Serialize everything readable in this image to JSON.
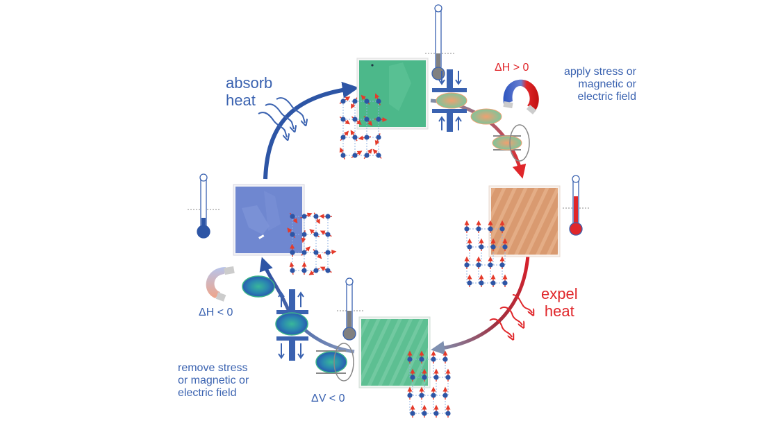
{
  "title": "Caloric cooling cycle",
  "labels": {
    "absorb_heat": [
      "absorb",
      "heat"
    ],
    "expel_heat": [
      "expel",
      "heat"
    ],
    "apply_field": [
      "apply stress or",
      "magnetic or",
      "electric field"
    ],
    "remove_field": [
      "remove stress",
      "or magnetic or",
      "electric field"
    ],
    "dH_pos": "ΔH > 0",
    "dH_neg": "ΔH < 0",
    "dV_neg": "ΔV < 0"
  },
  "colors": {
    "cold_blue": "#2d55a5",
    "label_blue": "#3a62b0",
    "hot_red": "#e0262a",
    "neutral_gray": "#7f8ea8",
    "sample_green": "#4cb88a",
    "sample_blue": "#6f87d0",
    "sample_orange": "#d9956b"
  },
  "states": [
    {
      "id": "top",
      "sample": "green",
      "thermometer": "neutral",
      "spin_order": "disordered"
    },
    {
      "id": "right",
      "sample": "orange",
      "thermometer": "hot",
      "spin_order": "ordered"
    },
    {
      "id": "bottom",
      "sample": "green",
      "thermometer": "neutral",
      "spin_order": "ordered"
    },
    {
      "id": "left",
      "sample": "blue",
      "thermometer": "cold",
      "spin_order": "disordered"
    }
  ]
}
